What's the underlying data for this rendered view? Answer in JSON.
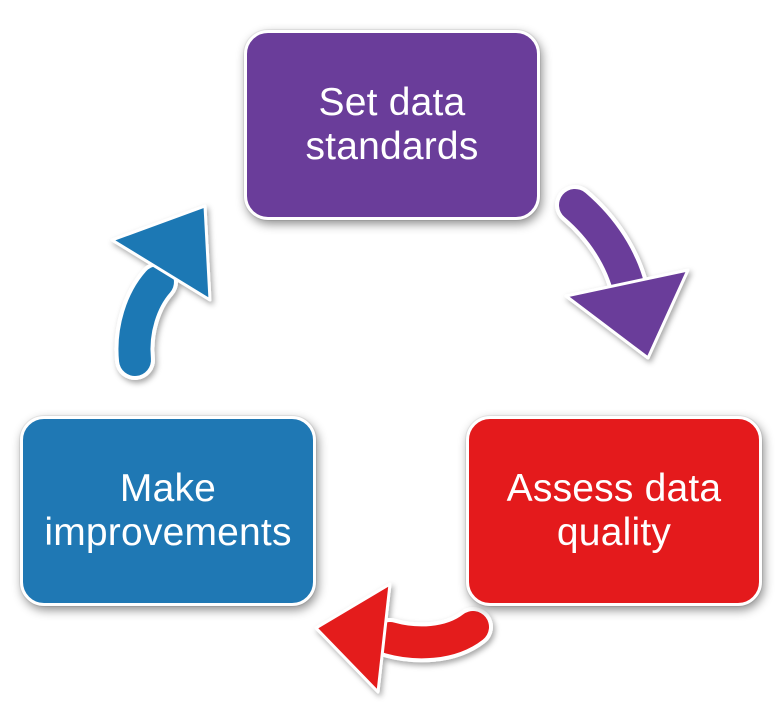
{
  "diagram": {
    "title": "",
    "steps": [
      {
        "id": "set",
        "label_line1": "Set data",
        "label_line2": "standards",
        "color": "#6a3d9a"
      },
      {
        "id": "assess",
        "label_line1": "Assess data",
        "label_line2": "quality",
        "color": "#e41a1c"
      },
      {
        "id": "make",
        "label_line1": "Make",
        "label_line2": "improvements",
        "color": "#1f78b4"
      }
    ],
    "arrows": [
      {
        "from": "set",
        "to": "assess",
        "color": "#6a3d9a",
        "icon": "curved-arrow-icon"
      },
      {
        "from": "assess",
        "to": "make",
        "color": "#e41a1c",
        "icon": "curved-arrow-icon"
      },
      {
        "from": "make",
        "to": "set",
        "color": "#1f78b4",
        "icon": "curved-arrow-icon"
      }
    ]
  }
}
